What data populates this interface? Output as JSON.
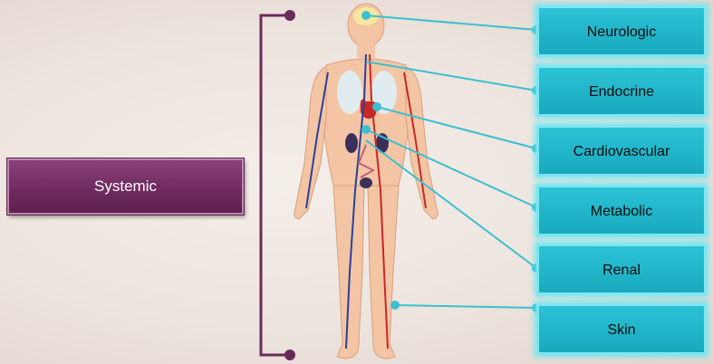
{
  "diagram": {
    "root_label": "Systemic",
    "categories": [
      {
        "label": "Neurologic"
      },
      {
        "label": "Endocrine"
      },
      {
        "label": "Cardiovascular"
      },
      {
        "label": "Metabolic"
      },
      {
        "label": "Renal"
      },
      {
        "label": "Skin"
      }
    ],
    "colors": {
      "root_box": "#6e2a5e",
      "category_box": "#1fb3c7",
      "connector": "#3bbfd0",
      "bracket": "#6a2a5d"
    },
    "image": "human-body-anatomy-illustration"
  }
}
